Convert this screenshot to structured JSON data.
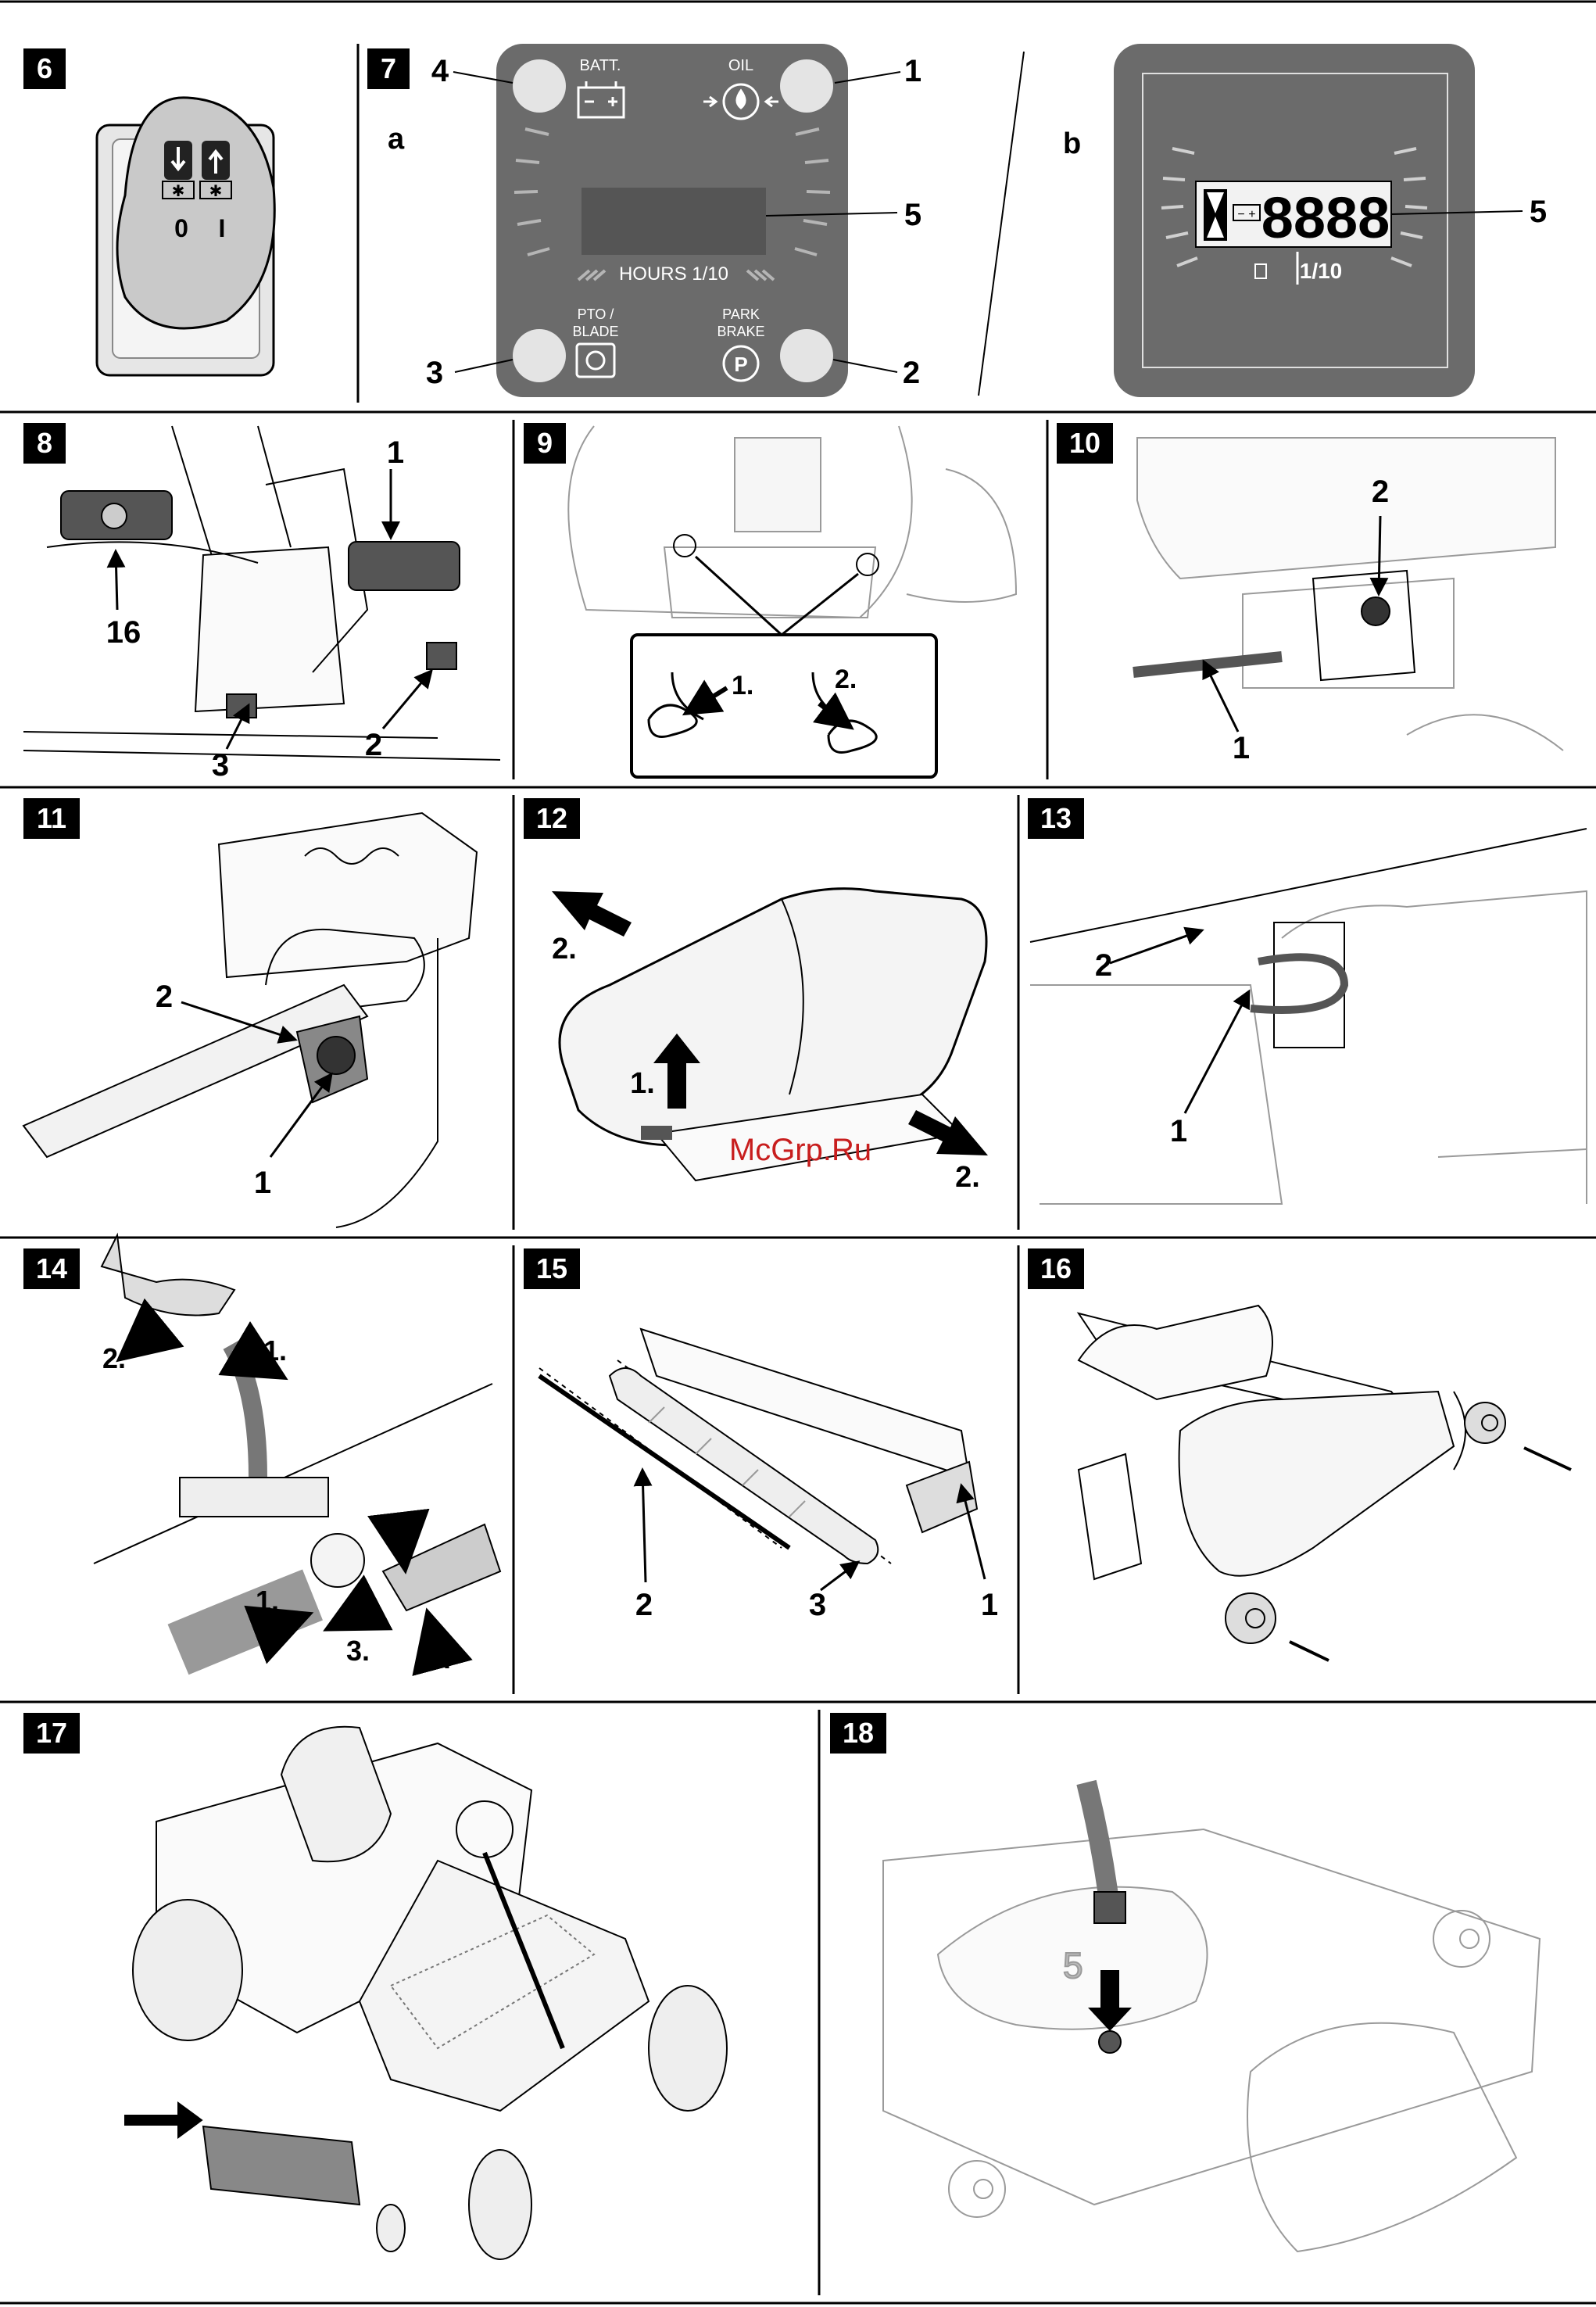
{
  "figures": [
    {
      "number": "6"
    },
    {
      "number": "7",
      "a_label": "a",
      "b_label": "b",
      "panel_a": {
        "batt": "BATT.",
        "oil": "OIL",
        "hours": "HOURS 1/10",
        "pto_line1": "PTO /",
        "pto_line2": "BLADE",
        "park_line1": "PARK",
        "park_line2": "BRAKE",
        "park_symbol": "P"
      },
      "panel_b": {
        "digits": "8888",
        "tenth": "1/10"
      },
      "callouts": [
        "4",
        "1",
        "5",
        "3",
        "2",
        "5"
      ]
    },
    {
      "number": "8",
      "callouts": [
        "1",
        "16",
        "3",
        "2"
      ]
    },
    {
      "number": "9",
      "steps": [
        "1.",
        "2."
      ]
    },
    {
      "number": "10",
      "callouts": [
        "2",
        "1"
      ]
    },
    {
      "number": "11",
      "callouts": [
        "2",
        "1"
      ]
    },
    {
      "number": "12",
      "steps": [
        "2.",
        "1.",
        "2."
      ]
    },
    {
      "number": "13",
      "callouts": [
        "2",
        "1"
      ]
    },
    {
      "number": "14",
      "steps": [
        "2.",
        "1.",
        "2.",
        "1.",
        "3.",
        "2."
      ]
    },
    {
      "number": "15",
      "callouts": [
        "2",
        "3",
        "1"
      ]
    },
    {
      "number": "16"
    },
    {
      "number": "17"
    },
    {
      "number": "18",
      "deck_mark": "5"
    }
  ],
  "switch_labels": {
    "off": "0",
    "on": "I"
  },
  "watermark": "McGrp.Ru",
  "colors": {
    "panel_gray": "#6b6b6b",
    "line": "#000000",
    "drawing_light": "#9a9a9a",
    "watermark": "#c81e1e"
  }
}
